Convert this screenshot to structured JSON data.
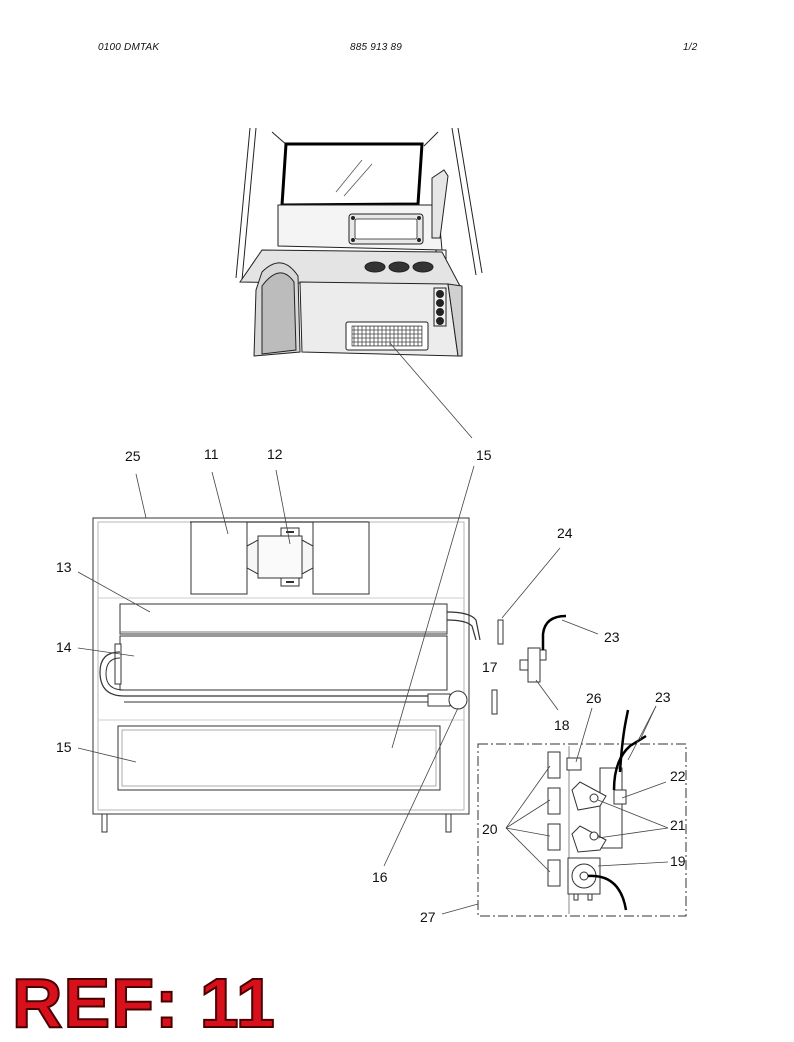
{
  "header": {
    "left": "0100   DMTAK",
    "center": "885 913 89",
    "right": "1/2"
  },
  "callouts": {
    "c11": "11",
    "c12": "12",
    "c13": "13",
    "c14": "14",
    "c15_top": "15",
    "c15_left": "15",
    "c16": "16",
    "c17": "17",
    "c18": "18",
    "c19": "19",
    "c20": "20",
    "c21": "21",
    "c22": "22",
    "c23_a": "23",
    "c23_b": "23",
    "c24": "24",
    "c25": "25",
    "c26": "26",
    "c27": "27"
  },
  "ref_label": "REF: 11"
}
